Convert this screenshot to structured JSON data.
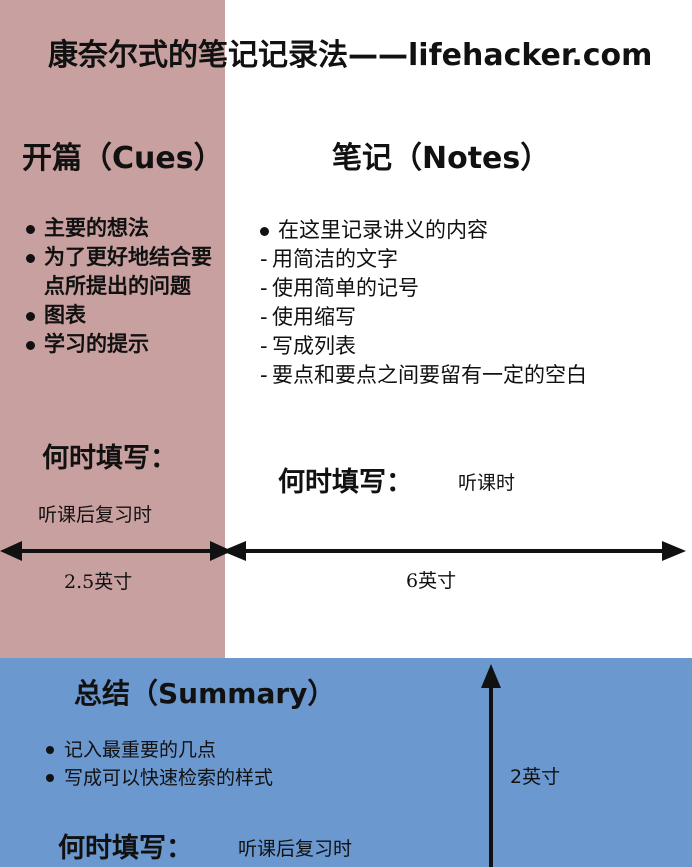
{
  "title": "康奈尔式的笔记记录法——lifehacker.com",
  "cues": {
    "heading": "开篇（Cues）",
    "items": [
      {
        "text": "主要的想法",
        "style": "bullet"
      },
      {
        "text": "为了更好地结合要点所提出的问题",
        "style": "bullet"
      },
      {
        "text": "图表",
        "style": "bullet"
      },
      {
        "text": "学习的提示",
        "style": "bullet"
      }
    ],
    "when_label": "何时填写：",
    "when_value": "听课后复习时",
    "width_label": "2.5英寸"
  },
  "notes": {
    "heading": "笔记（Notes）",
    "items": [
      {
        "text": "在这里记录讲义的内容",
        "style": "bullet"
      },
      {
        "text": "用简洁的文字",
        "style": "dash"
      },
      {
        "text": "使用简单的记号",
        "style": "dash"
      },
      {
        "text": "使用缩写",
        "style": "dash"
      },
      {
        "text": "写成列表",
        "style": "dash"
      },
      {
        "text": "要点和要点之间要留有一定的空白",
        "style": "dash"
      }
    ],
    "when_label": "何时填写：",
    "when_value": "听课时",
    "width_label": "6英寸"
  },
  "summary": {
    "heading": "总结（Summary）",
    "items": [
      {
        "text": "记入最重要的几点",
        "style": "bullet"
      },
      {
        "text": "写成可以快速检索的样式",
        "style": "bullet"
      }
    ],
    "when_label": "何时填写：",
    "when_value": "听课后复习时",
    "height_label": "2英寸"
  },
  "colors": {
    "cues_bg": "#c9a0a0",
    "notes_bg": "#ffffff",
    "summary_bg": "#6a98cf",
    "arrow": "#111111"
  }
}
